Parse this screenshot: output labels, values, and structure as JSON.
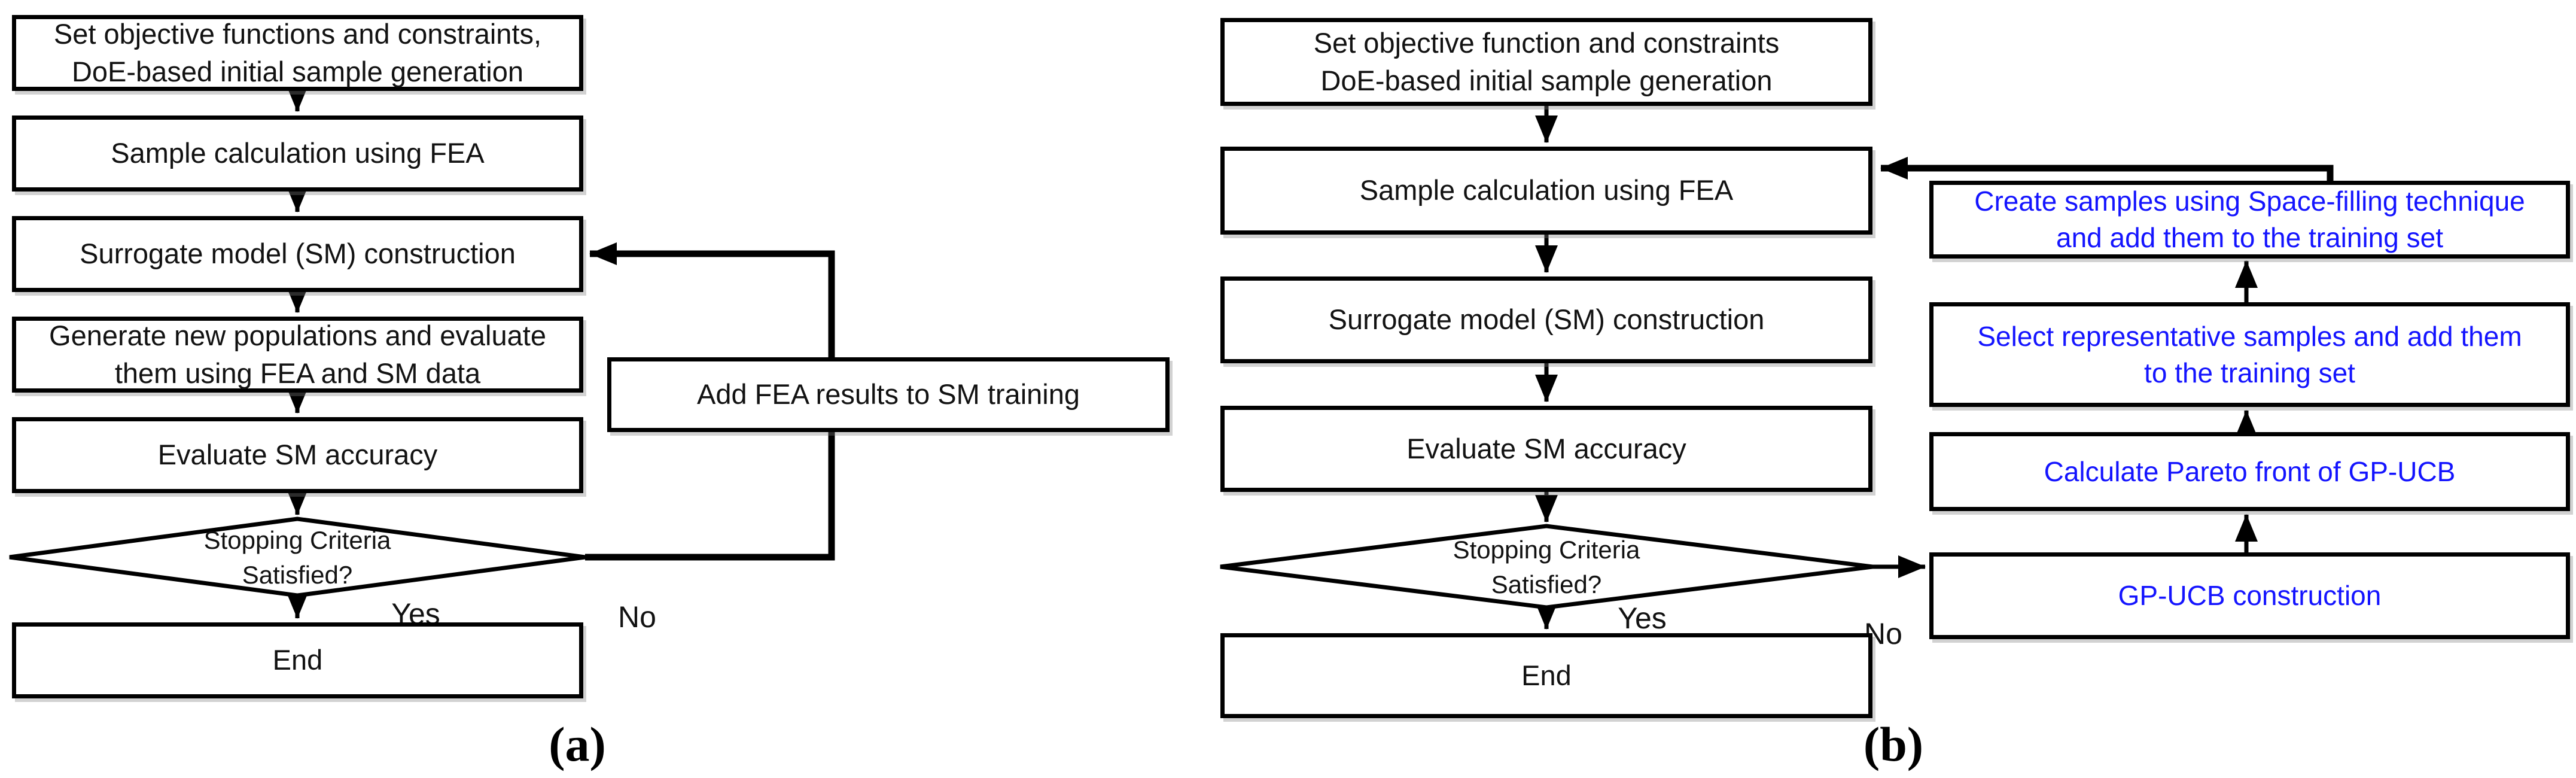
{
  "colors": {
    "line_black": "#000000",
    "box_text_black": "#121212",
    "loop_text_blue": "#1414ff",
    "background": "#ffffff"
  },
  "panel_a": {
    "label": "(a)",
    "steps": {
      "set_objective": "Set objective functions and constraints,\nDoE-based initial sample generation",
      "sample_calc": "Sample calculation using FEA",
      "surrogate": "Surrogate model (SM) construction",
      "generate_pop": "Generate new populations and evaluate\nthem using FEA and SM data",
      "evaluate": "Evaluate SM accuracy",
      "end": "End"
    },
    "decision": "Stopping Criteria\nSatisfied?",
    "loop_step": "Add FEA results to SM training",
    "yes": "Yes",
    "no": "No"
  },
  "panel_b": {
    "label": "(b)",
    "steps": {
      "set_objective": "Set objective function and constraints\nDoE-based initial sample generation",
      "sample_calc": "Sample calculation using FEA",
      "surrogate": "Surrogate model (SM) construction",
      "evaluate": "Evaluate SM accuracy",
      "end": "End"
    },
    "decision": "Stopping Criteria\nSatisfied?",
    "loop_steps": {
      "create_samples": "Create samples using Space-filling technique\nand add them to the training set",
      "select_samples": "Select representative samples and add them\nto the training set",
      "pareto": "Calculate Pareto front of GP-UCB",
      "gp_ucb": "GP-UCB construction"
    },
    "yes": "Yes",
    "no": "No"
  }
}
